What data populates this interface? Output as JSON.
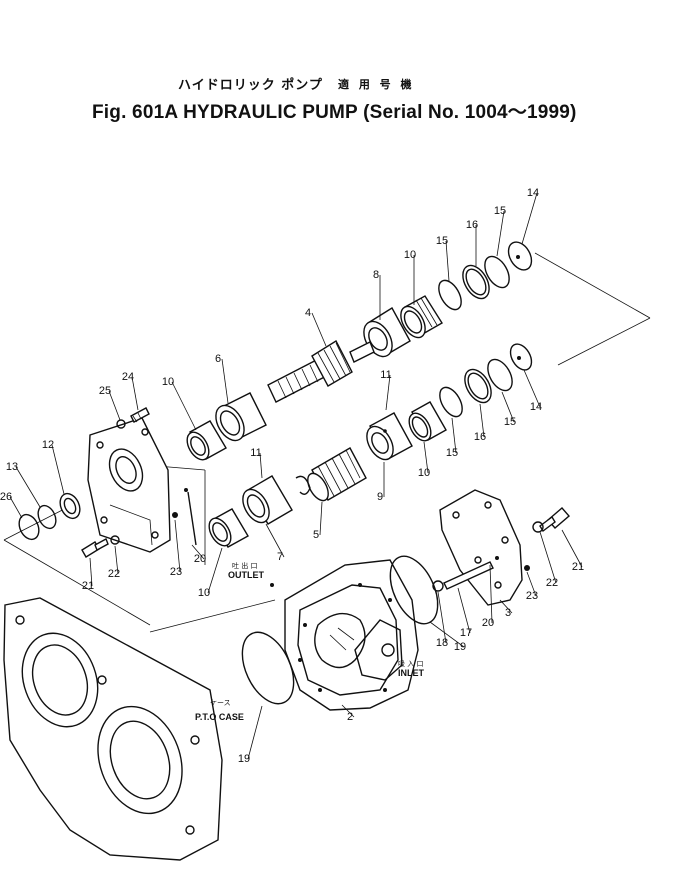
{
  "title": {
    "japanese": "ハイドロリック ポンプ",
    "figure": "Fig. 601A",
    "name": "HYDRAULIC PUMP",
    "serial_jp": "適 用 号 機",
    "serial": "(Serial No. 1004～1999)"
  },
  "labels": {
    "outlet_jp": "吐 出 口",
    "outlet": "OUTLET",
    "inlet_jp": "吸 入 口",
    "inlet": "INLET",
    "case_jp": "ケース",
    "case": "P.T.O CASE"
  },
  "parts": [
    {
      "id": "p14a",
      "num": "14"
    },
    {
      "id": "p15a",
      "num": "15"
    },
    {
      "id": "p16a",
      "num": "16"
    },
    {
      "id": "p15b",
      "num": "15"
    },
    {
      "id": "p10a",
      "num": "10"
    },
    {
      "id": "p8",
      "num": "8"
    },
    {
      "id": "p4",
      "num": "4"
    },
    {
      "id": "p6",
      "num": "6"
    },
    {
      "id": "p10b",
      "num": "10"
    },
    {
      "id": "p24",
      "num": "24"
    },
    {
      "id": "p25",
      "num": "25"
    },
    {
      "id": "p11a",
      "num": "11"
    },
    {
      "id": "p12",
      "num": "12"
    },
    {
      "id": "p13",
      "num": "13"
    },
    {
      "id": "p26",
      "num": "26"
    },
    {
      "id": "p11b",
      "num": "11"
    },
    {
      "id": "p9",
      "num": "9"
    },
    {
      "id": "p10c",
      "num": "10"
    },
    {
      "id": "p15c",
      "num": "15"
    },
    {
      "id": "p16b",
      "num": "16"
    },
    {
      "id": "p15d",
      "num": "15"
    },
    {
      "id": "p14b",
      "num": "14"
    },
    {
      "id": "p5",
      "num": "5"
    },
    {
      "id": "p7",
      "num": "7"
    },
    {
      "id": "p20a",
      "num": "20"
    },
    {
      "id": "p23a",
      "num": "23"
    },
    {
      "id": "p21a",
      "num": "21"
    },
    {
      "id": "p22a",
      "num": "22"
    },
    {
      "id": "p10d",
      "num": "10"
    },
    {
      "id": "p21b",
      "num": "21"
    },
    {
      "id": "p22b",
      "num": "22"
    },
    {
      "id": "p23b",
      "num": "23"
    },
    {
      "id": "p3",
      "num": "3"
    },
    {
      "id": "p20b",
      "num": "20"
    },
    {
      "id": "p17",
      "num": "17"
    },
    {
      "id": "p18",
      "num": "18"
    },
    {
      "id": "p19a",
      "num": "19"
    },
    {
      "id": "p2",
      "num": "2"
    },
    {
      "id": "p19b",
      "num": "19"
    }
  ]
}
